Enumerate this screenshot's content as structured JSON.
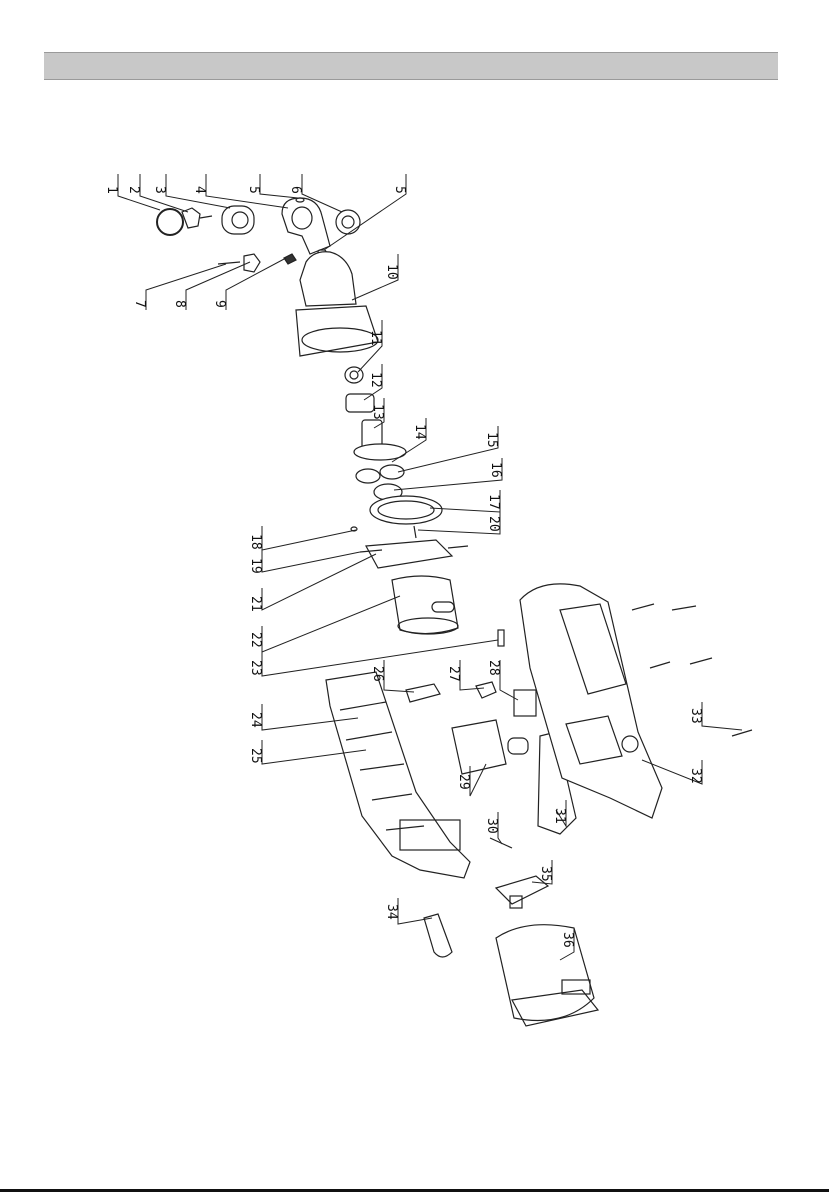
{
  "header": {
    "title": ""
  },
  "diagram": {
    "parts": [
      {
        "id": "1"
      },
      {
        "id": "2"
      },
      {
        "id": "3"
      },
      {
        "id": "4"
      },
      {
        "id": "5"
      },
      {
        "id": "6"
      },
      {
        "id": "5"
      },
      {
        "id": "7"
      },
      {
        "id": "8"
      },
      {
        "id": "9"
      },
      {
        "id": "10"
      },
      {
        "id": "11"
      },
      {
        "id": "12"
      },
      {
        "id": "13"
      },
      {
        "id": "14"
      },
      {
        "id": "15"
      },
      {
        "id": "16"
      },
      {
        "id": "17"
      },
      {
        "id": "18"
      },
      {
        "id": "20"
      },
      {
        "id": "19"
      },
      {
        "id": "21"
      },
      {
        "id": "22"
      },
      {
        "id": "23"
      },
      {
        "id": "26"
      },
      {
        "id": "27"
      },
      {
        "id": "28"
      },
      {
        "id": "24"
      },
      {
        "id": "25"
      },
      {
        "id": "29"
      },
      {
        "id": "30"
      },
      {
        "id": "31"
      },
      {
        "id": "32"
      },
      {
        "id": "33"
      },
      {
        "id": "35"
      },
      {
        "id": "34"
      },
      {
        "id": "36"
      }
    ]
  }
}
